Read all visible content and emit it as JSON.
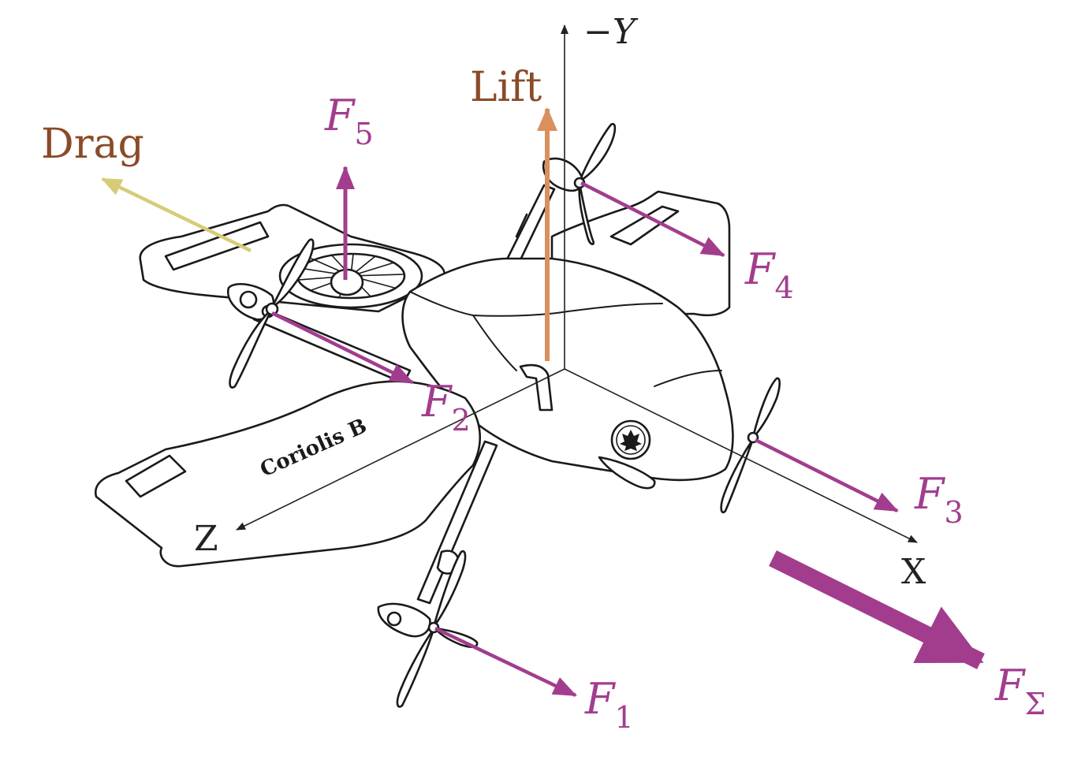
{
  "labels": {
    "axis_y": "−Y",
    "axis_x": "X",
    "axis_z": "Z",
    "lift": "Lift",
    "drag": "Drag",
    "f1": "F",
    "f1_sub": "1",
    "f2": "F",
    "f2_sub": "2",
    "f3": "F",
    "f3_sub": "3",
    "f4": "F",
    "f4_sub": "4",
    "f5": "F",
    "f5_sub": "5",
    "fsum": "F",
    "fsum_sub": "Σ",
    "aircraft_name": "Coriolis B"
  },
  "colors": {
    "force": "#a23d8e",
    "lift_arrow": "#d9905c",
    "lift_text": "#8a4b28",
    "drag_arrow": "#d6cc78",
    "drag_text": "#8a4b28",
    "axis": "#222222",
    "outline": "#1a1a1a"
  }
}
